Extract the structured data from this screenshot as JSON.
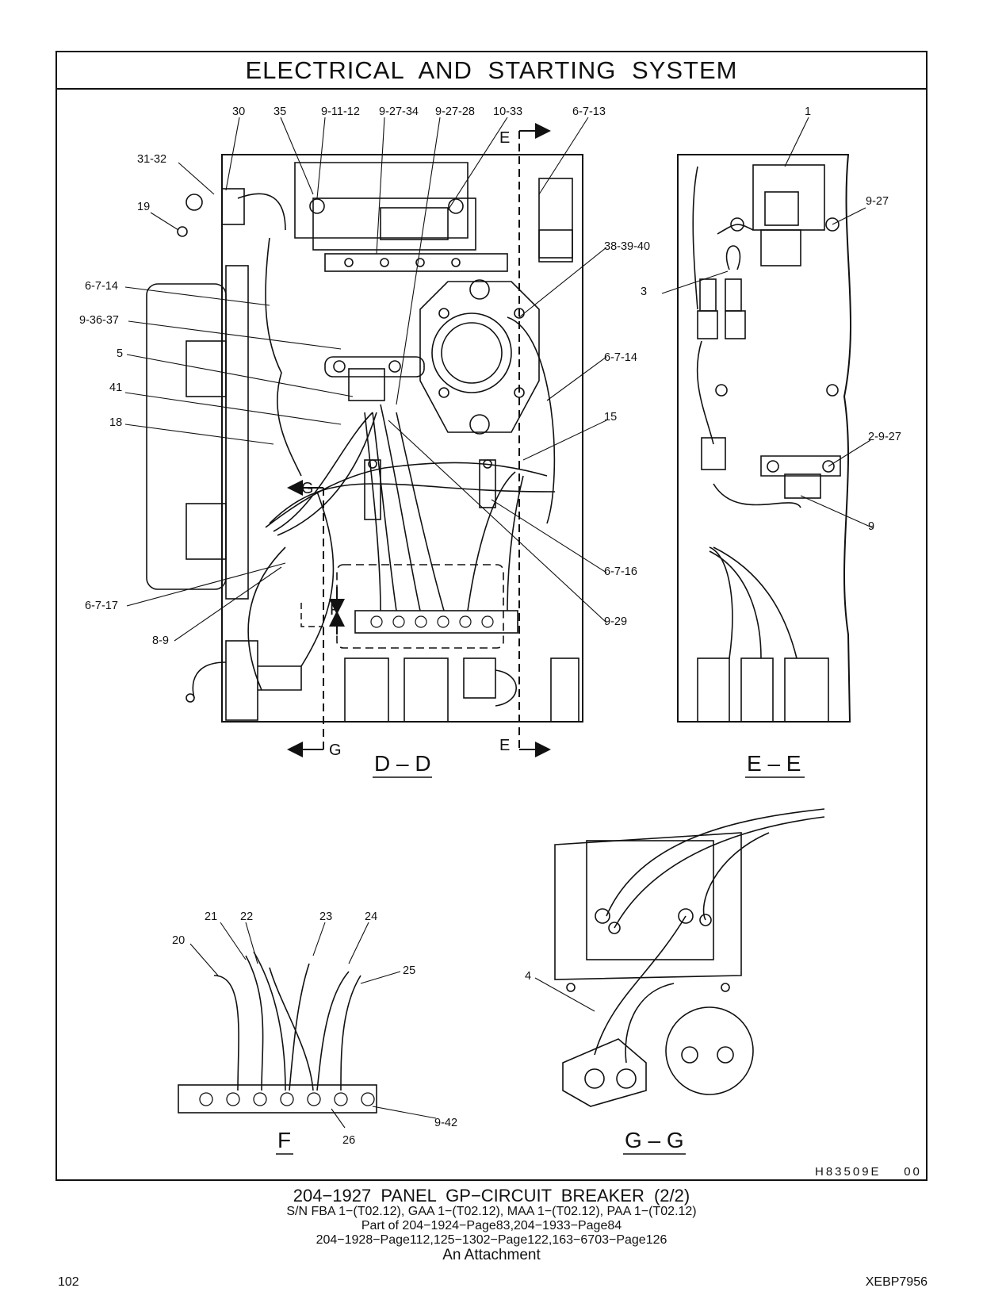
{
  "header": {
    "title": "ELECTRICAL AND STARTING SYSTEM"
  },
  "views": {
    "dd": {
      "label": "D – D"
    },
    "ee": {
      "label": "E – E"
    },
    "f": {
      "label": "F"
    },
    "gg": {
      "label": "G – G"
    }
  },
  "section_markers": {
    "e": "E",
    "g": "G",
    "f": "F"
  },
  "callouts": {
    "c30": "30",
    "c35": "35",
    "c9_11_12": "9-11-12",
    "c9_27_34": "9-27-34",
    "c9_27_28": "9-27-28",
    "c10_33": "10-33",
    "c6_7_13": "6-7-13",
    "c1": "1",
    "c31_32": "31-32",
    "c19": "19",
    "c9_27": "9-27",
    "c38_39_40": "38-39-40",
    "c6_7_14a": "6-7-14",
    "c3": "3",
    "c9_36_37": "9-36-37",
    "c5": "5",
    "c6_7_14b": "6-7-14",
    "c41": "41",
    "c15": "15",
    "c18": "18",
    "c2_9_27": "2-9-27",
    "c9": "9",
    "c6_7_16": "6-7-16",
    "c6_7_17": "6-7-17",
    "c9_29": "9-29",
    "c8_9": "8-9",
    "c21": "21",
    "c22": "22",
    "c23": "23",
    "c24": "24",
    "c20": "20",
    "c25": "25",
    "c4": "4",
    "c9_42": "9-42",
    "c26": "26"
  },
  "drawing_number": "H83509E    00",
  "caption": {
    "title": "204−1927  PANEL  GP−CIRCUIT  BREAKER  (2/2)",
    "serial": "S/N FBA 1−(T02.12), GAA 1−(T02.12), MAA 1−(T02.12), PAA 1−(T02.12)",
    "part_of_1": "Part of 204−1924−Page83,204−1933−Page84",
    "part_of_2": "204−1928−Page112,125−1302−Page122,163−6703−Page126",
    "attachment": "An Attachment"
  },
  "footer": {
    "page_number": "102",
    "document_id": "XEBP7956"
  }
}
